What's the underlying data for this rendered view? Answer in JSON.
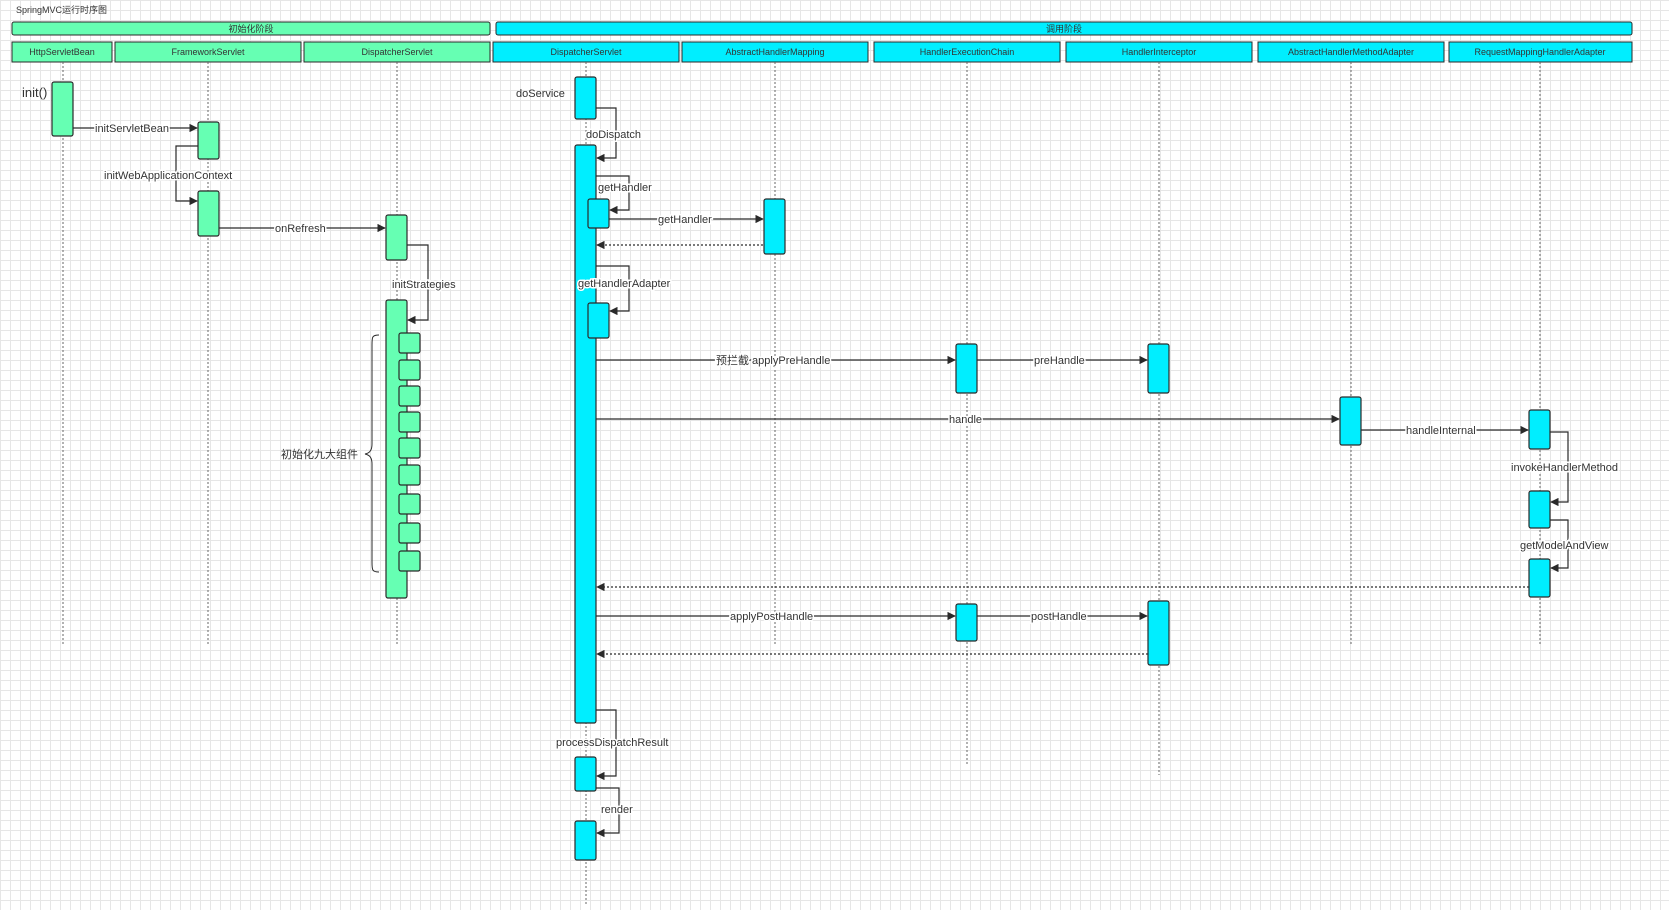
{
  "title": "SpringMVC运行时序图",
  "colors": {
    "init": "#66ffb3",
    "call": "#00eeff",
    "stroke": "#2a2a2a",
    "lifeline": "#666666"
  },
  "phases": {
    "init": "初始化阶段",
    "call": "调用阶段"
  },
  "participants": [
    "HttpServletBean",
    "FrameworkServlet",
    "DispatcherServlet",
    "DispatcherServlet",
    "AbstractHandlerMapping",
    "HandlerExecutionChain",
    "HandlerInterceptor",
    "AbstractHandlerMethodAdapter",
    "RequestMappingHandlerAdapter"
  ],
  "messages": {
    "init": "init()",
    "initServletBean": "initServletBean",
    "initWebApplicationContext": "initWebApplicationContext",
    "onRefresh": "onRefresh",
    "initStrategies": "initStrategies",
    "nineComponents": "初始化九大组件",
    "doService": "doService",
    "doDispatch": "doDispatch",
    "getHandler1": "getHandler",
    "getHandler2": "getHandler",
    "getHandlerAdapter": "getHandlerAdapter",
    "applyPreHandle": "预拦截 applyPreHandle",
    "preHandle": "preHandle",
    "handle": "handle",
    "handleInternal": "handleInternal",
    "invokeHandlerMethod": "invokeHandlerMethod",
    "getModelAndView": "getModelAndView",
    "applyPostHandle": "applyPostHandle",
    "postHandle": "postHandle",
    "processDispatchResult": "processDispatchResult",
    "render": "render"
  }
}
